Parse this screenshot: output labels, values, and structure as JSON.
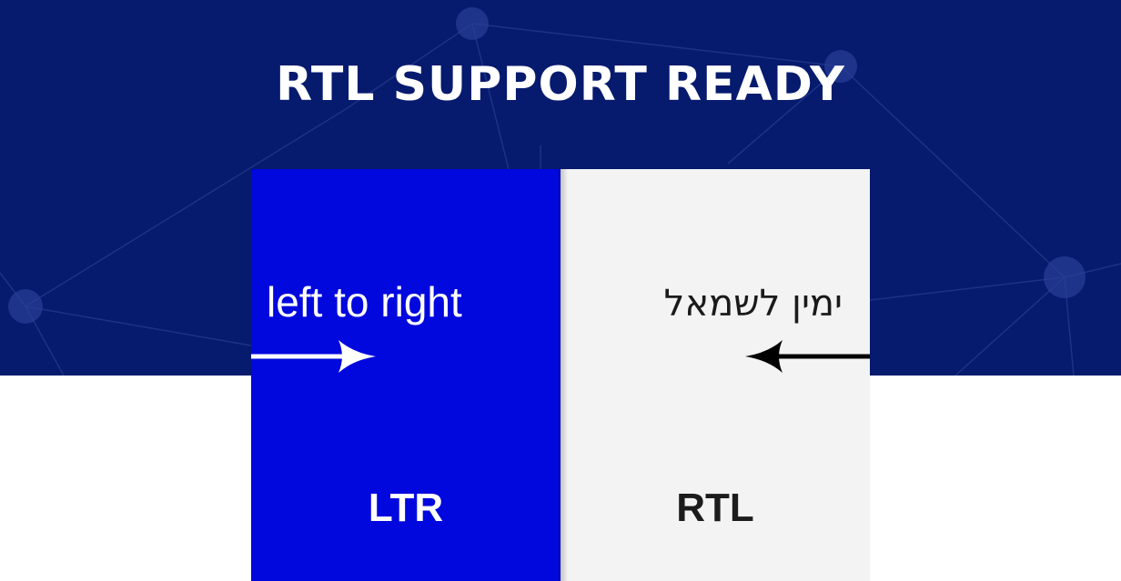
{
  "header": {
    "title": "RTL SUPPORT READY"
  },
  "comparison": {
    "ltr": {
      "phrase": "left to right",
      "label": "LTR",
      "arrow_icon": "arrow-right-icon"
    },
    "rtl": {
      "phrase": "ימין לשמאל",
      "label": "RTL",
      "arrow_icon": "arrow-left-icon"
    }
  },
  "colors": {
    "hero_background": "#061a6e",
    "ltr_panel": "#0008de",
    "rtl_panel": "#f3f3f3",
    "page_background": "#ffffff"
  }
}
